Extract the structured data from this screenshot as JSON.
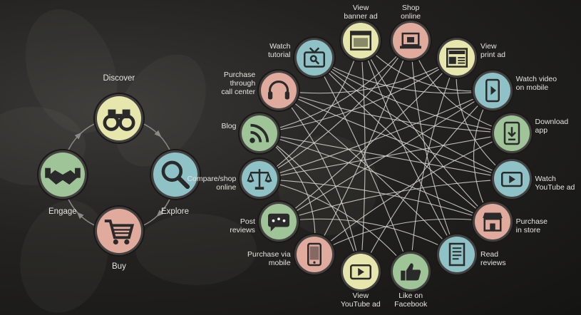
{
  "colors": {
    "yellow": "#e6e6ad",
    "blue": "#8fc2c6",
    "pink": "#e0aa9c",
    "green": "#9fc497",
    "line": "#d8d8d2",
    "icon": "#2a2a2a"
  },
  "cycle": {
    "nodes": [
      {
        "id": "discover",
        "label": "Discover",
        "color": "yellow",
        "icon": "binoculars-icon"
      },
      {
        "id": "explore",
        "label": "Explore",
        "color": "blue",
        "icon": "magnifier-icon"
      },
      {
        "id": "buy",
        "label": "Buy",
        "color": "pink",
        "icon": "shopping-cart-icon"
      },
      {
        "id": "engage",
        "label": "Engage",
        "color": "green",
        "icon": "handshake-icon"
      }
    ]
  },
  "network": {
    "nodes": [
      {
        "id": "banner",
        "label": "View\nbanner ad",
        "color": "yellow",
        "icon": "browser-window-icon"
      },
      {
        "id": "shop",
        "label": "Shop\nonline",
        "color": "pink",
        "icon": "laptop-icon"
      },
      {
        "id": "print",
        "label": "View\nprint ad",
        "color": "yellow",
        "icon": "newspaper-icon"
      },
      {
        "id": "video_mobile",
        "label": "Watch video\non mobile",
        "color": "blue",
        "icon": "phone-play-icon"
      },
      {
        "id": "app",
        "label": "Download\napp",
        "color": "green",
        "icon": "tablet-download-icon"
      },
      {
        "id": "youtube_watch",
        "label": "Watch\nYouTube ad",
        "color": "blue",
        "icon": "play-button-icon"
      },
      {
        "id": "store",
        "label": "Purchase\nin store",
        "color": "pink",
        "icon": "storefront-icon"
      },
      {
        "id": "reviews_read",
        "label": "Read\nreviews",
        "color": "blue",
        "icon": "document-icon"
      },
      {
        "id": "facebook",
        "label": "Like on\nFacebook",
        "color": "green",
        "icon": "thumbs-up-icon"
      },
      {
        "id": "youtube_view",
        "label": "View\nYouTube ad",
        "color": "yellow",
        "icon": "play-button-icon"
      },
      {
        "id": "purchase_mobile",
        "label": "Purchase via\nmobile",
        "color": "pink",
        "icon": "smartphone-icon"
      },
      {
        "id": "post",
        "label": "Post\nreviews",
        "color": "green",
        "icon": "speech-bubble-icon"
      },
      {
        "id": "compare",
        "label": "Compare/shop\nonline",
        "color": "blue",
        "icon": "scales-icon"
      },
      {
        "id": "blog",
        "label": "Blog",
        "color": "green",
        "icon": "rss-icon"
      },
      {
        "id": "callcenter",
        "label": "Purchase\nthrough\ncall center",
        "color": "pink",
        "icon": "headset-icon"
      },
      {
        "id": "tutorial",
        "label": "Watch\ntutorial",
        "color": "blue",
        "icon": "tv-icon"
      }
    ],
    "links": [
      [
        0,
        6
      ],
      [
        0,
        9
      ],
      [
        0,
        12
      ],
      [
        0,
        3
      ],
      [
        1,
        10
      ],
      [
        1,
        13
      ],
      [
        1,
        7
      ],
      [
        1,
        4
      ],
      [
        2,
        11
      ],
      [
        2,
        14
      ],
      [
        2,
        8
      ],
      [
        2,
        5
      ],
      [
        3,
        9
      ],
      [
        3,
        15
      ],
      [
        3,
        12
      ],
      [
        4,
        12
      ],
      [
        4,
        10
      ],
      [
        4,
        15
      ],
      [
        5,
        11
      ],
      [
        5,
        14
      ],
      [
        5,
        13
      ],
      [
        6,
        13
      ],
      [
        6,
        15
      ],
      [
        6,
        10
      ],
      [
        7,
        14
      ],
      [
        7,
        0
      ],
      [
        8,
        15
      ],
      [
        8,
        12
      ],
      [
        9,
        14
      ],
      [
        10,
        13
      ],
      [
        11,
        3
      ],
      [
        12,
        6
      ],
      [
        13,
        2
      ],
      [
        14,
        4
      ],
      [
        15,
        5
      ],
      [
        1,
        12
      ],
      [
        3,
        6
      ],
      [
        9,
        13
      ],
      [
        11,
        7
      ]
    ]
  }
}
